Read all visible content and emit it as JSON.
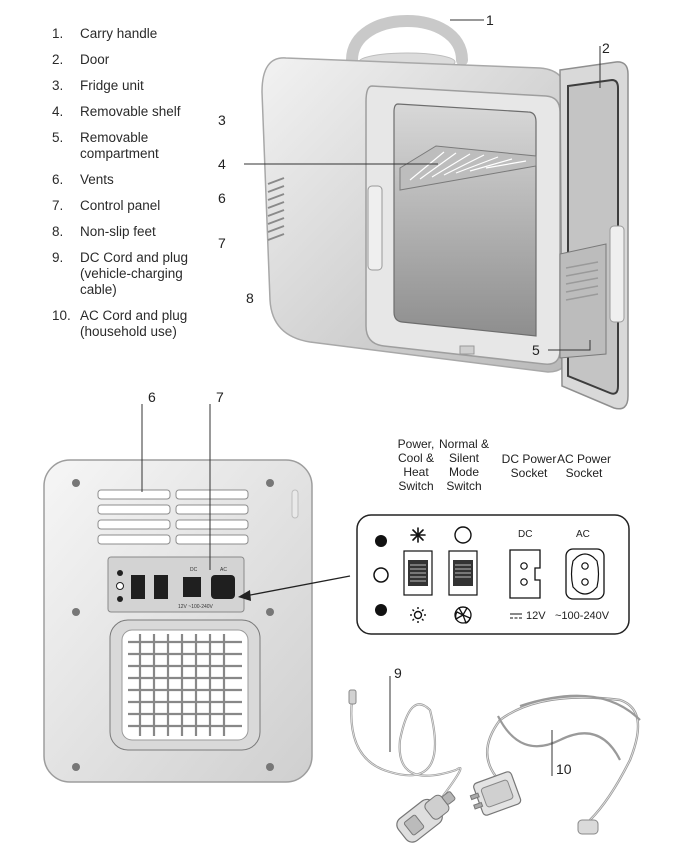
{
  "parts": [
    {
      "num": "1.",
      "label": "Carry handle"
    },
    {
      "num": "2.",
      "label": "Door"
    },
    {
      "num": "3.",
      "label": "Fridge unit"
    },
    {
      "num": "4.",
      "label": "Removable shelf"
    },
    {
      "num": "5.",
      "label": "Removable compartment"
    },
    {
      "num": "6.",
      "label": "Vents"
    },
    {
      "num": "7.",
      "label": "Control panel"
    },
    {
      "num": "8.",
      "label": "Non-slip feet"
    },
    {
      "num": "9.",
      "label": "DC Cord and plug (vehicle-charging cable)"
    },
    {
      "num": "10.",
      "label": "AC Cord and plug (household use)"
    }
  ],
  "callouts": {
    "c1": "1",
    "c2": "2",
    "c3": "3",
    "c4": "4",
    "c5": "5",
    "c6": "6",
    "c7": "7",
    "c8": "8",
    "back6": "6",
    "back7": "7",
    "c9": "9",
    "c10": "10"
  },
  "panel": {
    "power_switch": "Power, Cool & Heat Switch",
    "mode_switch": "Normal & Silent Mode Switch",
    "dc_socket": "DC Power Socket",
    "ac_socket": "AC Power Socket",
    "dc_tag": "DC",
    "ac_tag": "AC",
    "dc_voltage": "12V",
    "ac_voltage": "~100-240V"
  },
  "icons": [
    "carry-handle-icon",
    "snowflake-icon",
    "sun-icon",
    "moon-icon",
    "fan-icon",
    "dc-symbol-icon"
  ]
}
